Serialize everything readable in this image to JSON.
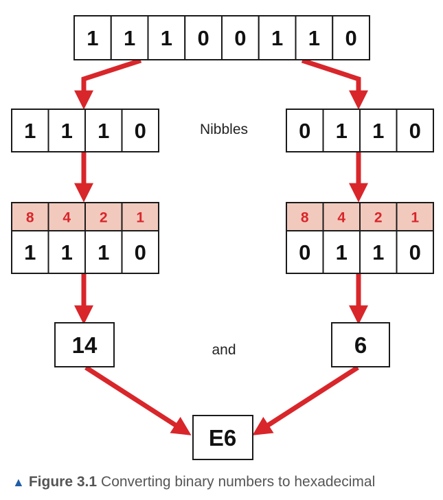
{
  "colors": {
    "arrow": "#d8262b",
    "weight_text": "#d8262b",
    "weight_fill": "#f2c9bd",
    "caption_marker": "#1f5fa8"
  },
  "byte_bits": [
    "1",
    "1",
    "1",
    "0",
    "0",
    "1",
    "1",
    "0"
  ],
  "nibble_label": "Nibbles",
  "left_nibble": [
    "1",
    "1",
    "1",
    "0"
  ],
  "right_nibble": [
    "0",
    "1",
    "1",
    "0"
  ],
  "weights": [
    "8",
    "4",
    "2",
    "1"
  ],
  "left_value": "14",
  "connector_label": "and",
  "right_value": "6",
  "result": "E6",
  "caption": {
    "marker_icon": "triangle-up-icon",
    "number": "Figure 3.1",
    "text": "Converting binary numbers to hexadecimal"
  }
}
